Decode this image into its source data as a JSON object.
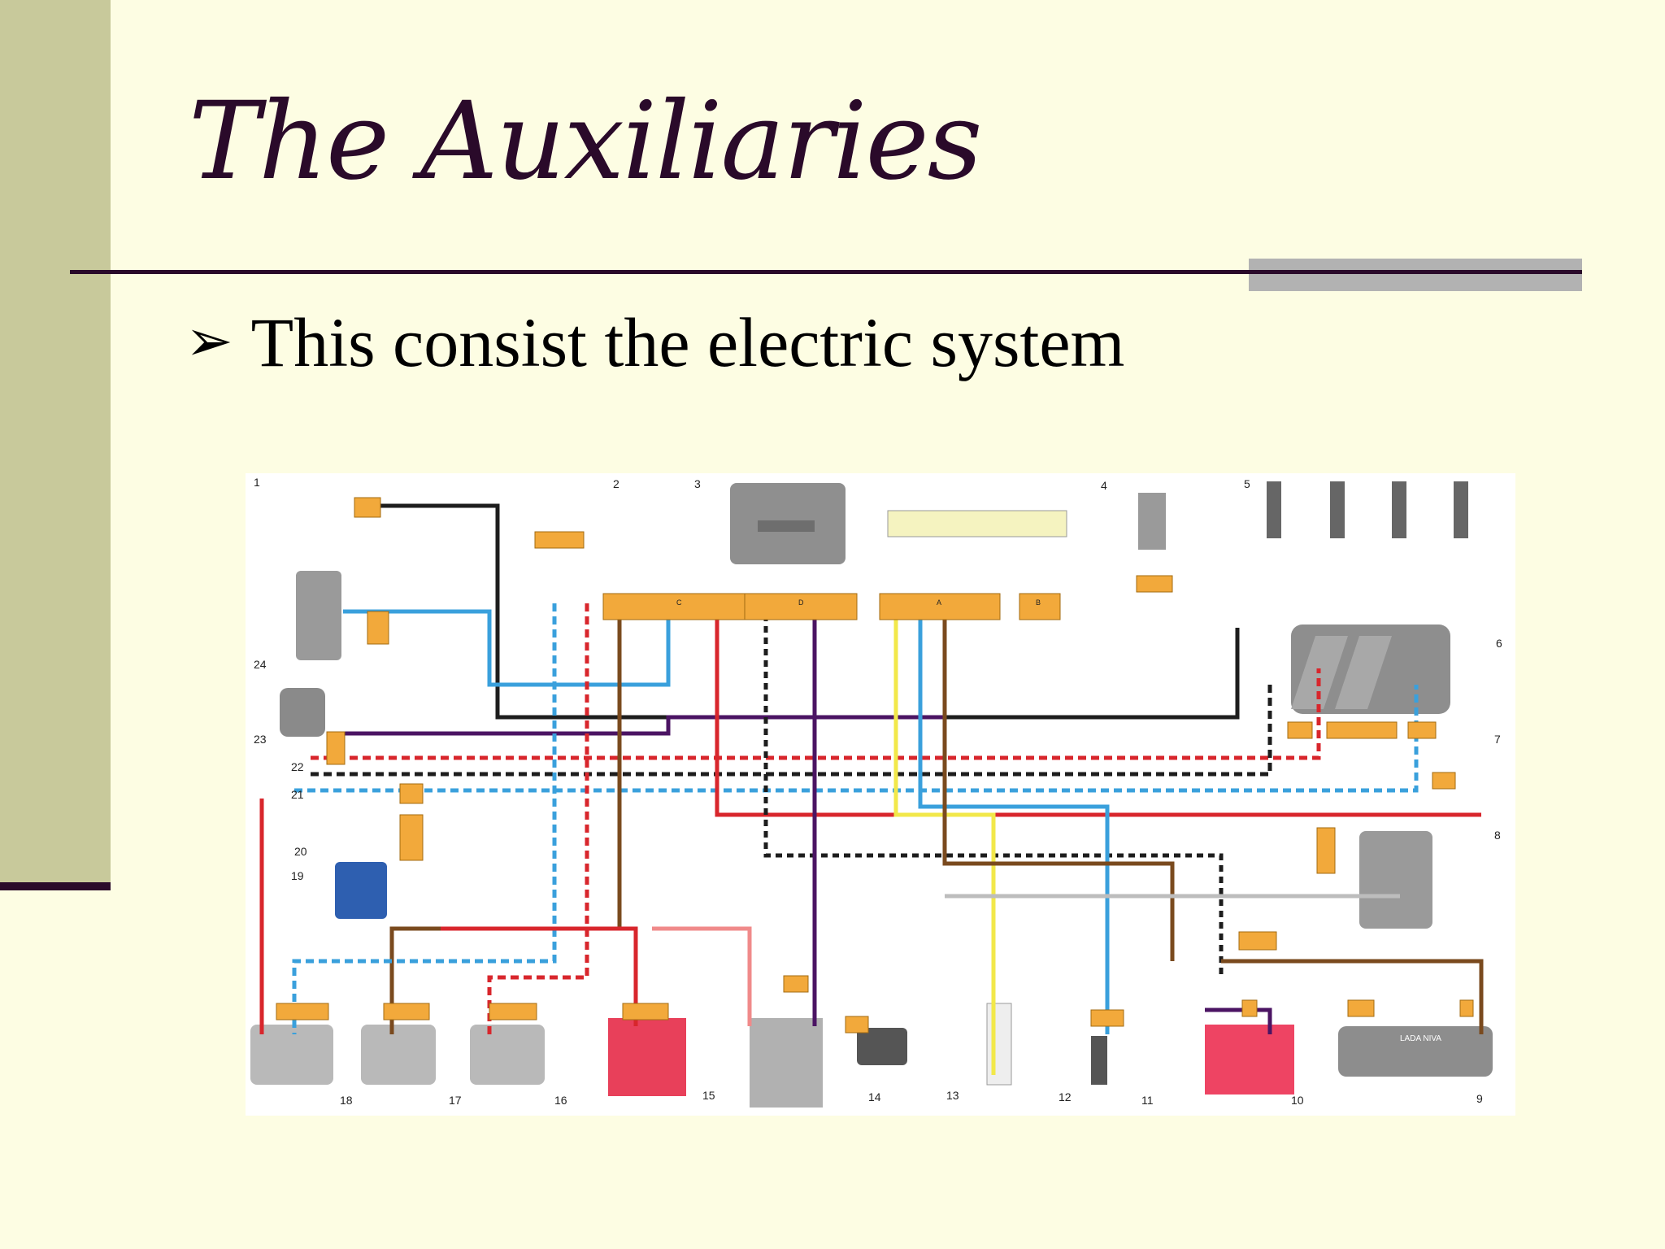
{
  "slide": {
    "title": "The Auxiliaries",
    "bullet": "This consist the electric system",
    "bullet_marker": "➢"
  },
  "diagram": {
    "connector_labels": {
      "c": "C",
      "d": "D",
      "a": "A",
      "b": "B"
    },
    "callouts": [
      "1",
      "2",
      "3",
      "4",
      "5",
      "6",
      "7",
      "8",
      "9",
      "10",
      "11",
      "12",
      "13",
      "14",
      "15",
      "16",
      "17",
      "18",
      "19",
      "20",
      "21",
      "22",
      "23",
      "24"
    ],
    "panel_text": "LADA NIVA",
    "wire_colors": {
      "red": "#d8262c",
      "blue": "#3aa0dc",
      "black": "#1d1d1d",
      "brown": "#7a4a1e",
      "yellow": "#f2e84a",
      "purple": "#4b1463",
      "grey": "#bdbdbd",
      "pink": "#f08a8a"
    }
  }
}
